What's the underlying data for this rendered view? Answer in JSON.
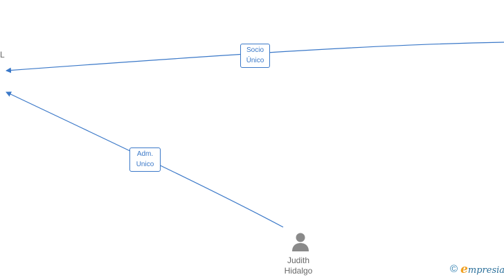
{
  "nodes": {
    "company": {
      "label": "L"
    },
    "person": {
      "name": "Judith\nHidalgo",
      "icon": "person-icon"
    }
  },
  "edges": [
    {
      "label": "Socio\nÚnico",
      "from": "offscreen-right",
      "to": "company"
    },
    {
      "label": "Adm.\nUnico",
      "from": "person",
      "to": "company"
    }
  ],
  "footer": {
    "copyright_symbol": "©",
    "brand_first_letter": "e",
    "brand_rest": "mpresia"
  },
  "colors": {
    "edge": "#3a78c8",
    "node_text": "#666666",
    "person_icon": "#8a8a8a",
    "brand_accent": "#f0a020",
    "brand_text": "#2a6f9a"
  }
}
